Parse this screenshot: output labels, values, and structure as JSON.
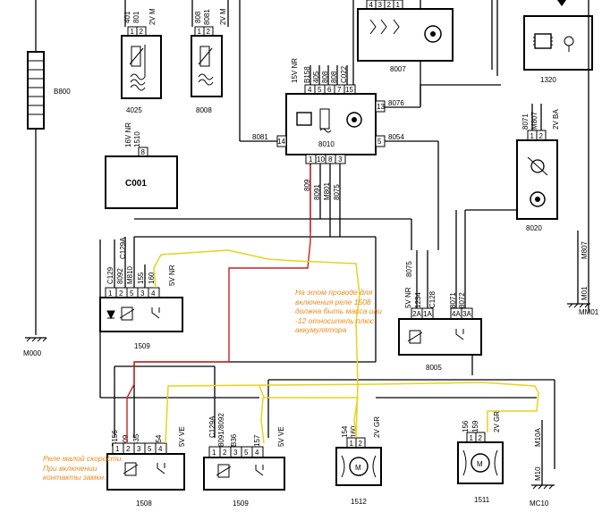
{
  "components": {
    "c4025": "4025",
    "c8008": "8008",
    "c8007": "8007",
    "c1320": "1320",
    "c8010": "8010",
    "c8020": "8020",
    "c8005": "8005",
    "c1509_top": "1509",
    "c1508": "1508",
    "c1509_bot": "1509",
    "c1512": "1512",
    "c1511": "1511",
    "c001": "C001",
    "b800": "B800",
    "m000": "M000",
    "mm01": "MM01",
    "mc10": "MC10"
  },
  "wires": {
    "w401": "401",
    "w801": "801",
    "w808": "808",
    "w8081_top": "8081",
    "w8081": "8081",
    "w8076": "8076",
    "w8054": "8054",
    "w809": "809",
    "w8091": "8091",
    "wM801": "M801",
    "w8075": "8075",
    "wB158": "B158",
    "w405": "405",
    "wC022": "C022",
    "w1510": "1510",
    "w8071": "8071",
    "wM807_top": "M807",
    "wM807": "M807",
    "wM01": "M01",
    "wC129A": "C129A",
    "wC129": "C129",
    "w8092": "8092",
    "wM810": "M810",
    "w155": "155",
    "w160": "160",
    "w8075b": "8075",
    "w1234": "1234",
    "wC128": "C128",
    "w8072": "8072",
    "wB156": "B156",
    "w809b": "809",
    "wB35": "B35",
    "w154": "154",
    "wC129A_b": "C129A",
    "w8091_8092": "8091/8092",
    "wB36": "B36",
    "w157": "157",
    "w154b": "154",
    "w160b": "160",
    "w156": "156",
    "w159": "159",
    "wM10A": "M10A",
    "wM10": "M10"
  },
  "specs": {
    "s2VM_a": "2V M",
    "s2VM_b": "2V M",
    "s15VNR": "15V NR",
    "s16VNR": "16V NR",
    "s2VBA": "2V BA",
    "s5VNR_1509": "5V NR",
    "s5VNR_8005": "5V NR",
    "s5VVE_a": "5V VE",
    "s5VVE_b": "5V VE",
    "s2VGR_a": "2V GR",
    "s2VGR_b": "2V GR"
  },
  "pins": {
    "p8010": [
      "4",
      "5",
      "6",
      "7",
      "15",
      "13",
      "14",
      "5",
      "1",
      "10",
      "8",
      "3"
    ],
    "p1509": [
      "1",
      "2",
      "5",
      "3",
      "4"
    ],
    "p8005": [
      "2A",
      "1A",
      "4A",
      "3A"
    ],
    "p1508": [
      "1",
      "2",
      "3",
      "5",
      "4"
    ],
    "p1509b": [
      "1",
      "2",
      "3",
      "5",
      "4"
    ],
    "p1512": [
      "1",
      "2"
    ],
    "p1511": [
      "1",
      "2"
    ],
    "pC001": "8",
    "p4025": [
      "1",
      "2"
    ],
    "p8008": [
      "1",
      "2"
    ],
    "p8007": [
      "4",
      "3",
      "2",
      "1"
    ],
    "p8020": [
      "1",
      "2"
    ]
  },
  "notes": {
    "relay_note": "На этом проводе для включения реле 1508 должна быть масса или -12 относитель плюс аккумулятора",
    "low_speed_note": "Реле малой скорости. При включении контакты замкн."
  },
  "colors": {
    "wire": "#000000",
    "highlight_red": "#cc1f1f",
    "highlight_yellow": "#e8d21a",
    "note_orange": "#f08a1c"
  }
}
